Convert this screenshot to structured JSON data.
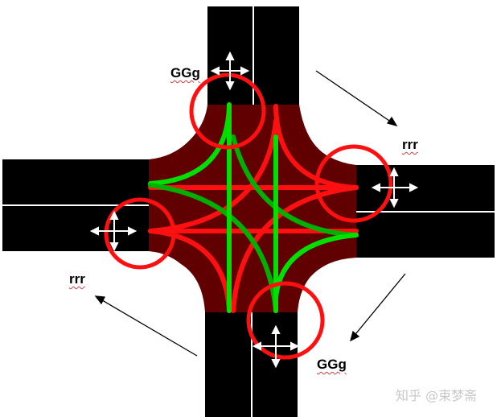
{
  "labels": {
    "north": "GGg",
    "east": "rrr",
    "west": "rrr",
    "south": "GGg"
  },
  "watermark": "知乎 @束梦斋",
  "colors": {
    "road": "#000000",
    "junction": "#600000",
    "green_movement": "#00e000",
    "red_movement": "#ff1010",
    "circle": "#ff1010"
  }
}
